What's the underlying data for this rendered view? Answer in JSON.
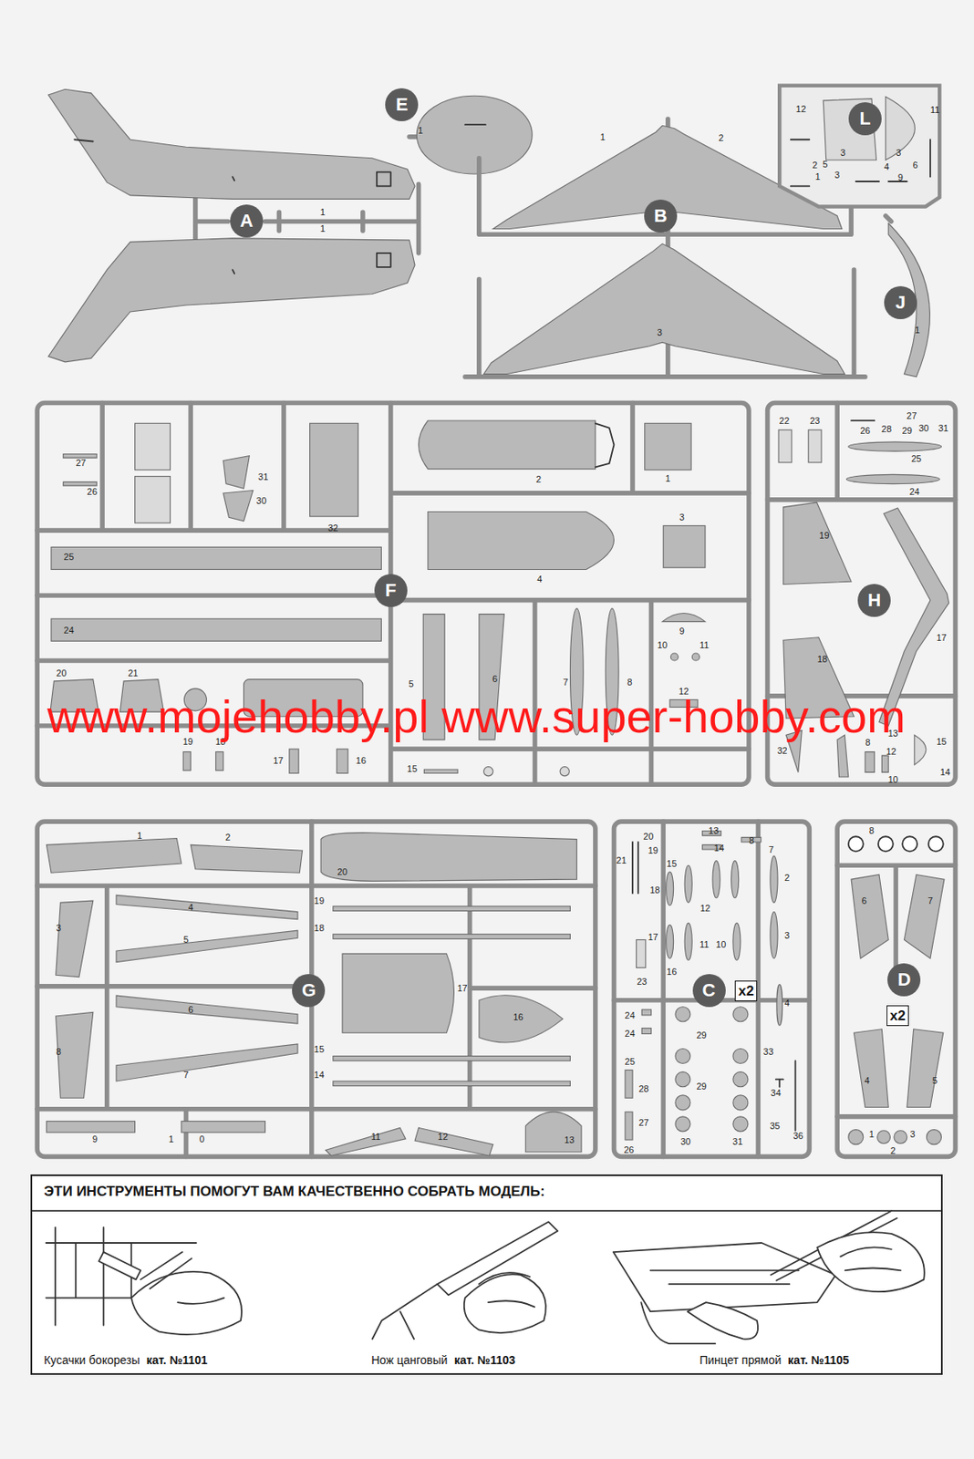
{
  "diagram": {
    "nodes": [
      {
        "text": [
          "A"
        ]
      },
      {
        "text": [
          "E"
        ]
      },
      {
        "text": [
          "B"
        ]
      },
      {
        "text": [
          "L"
        ]
      },
      {
        "text": [
          "J"
        ]
      },
      {
        "text": [
          "F"
        ]
      },
      {
        "text": [
          "H"
        ]
      },
      {
        "text": [
          "G"
        ]
      },
      {
        "text": [
          "C"
        ]
      },
      {
        "text": [
          "x2"
        ]
      },
      {
        "text": [
          "D"
        ]
      },
      {
        "text": [
          "x2"
        ]
      },
      {
        "text": [
          "ЭТИ ИНСТРУМЕНТЫ ПОМОГУТ ВАМ КАЧЕСТВЕННО СОБРАТЬ МОДЕЛЬ:",
          "Кусачки бокорезы",
          "кат. №1101",
          "Нож цанговый",
          "кат. №1103",
          "Пинцет прямой",
          "кат. №1105"
        ]
      }
    ],
    "labels": [
      "1",
      "1",
      "1",
      "1",
      "2",
      "3",
      "12",
      "11",
      "3",
      "2",
      "5",
      "4",
      "3",
      "6",
      "1",
      "3",
      "9",
      "1",
      "27",
      "26",
      "31",
      "30",
      "32",
      "2",
      "1",
      "25",
      "24",
      "3",
      "4",
      "20",
      "21",
      "5",
      "6",
      "7",
      "8",
      "9",
      "10",
      "11",
      "12",
      "19",
      "18",
      "17",
      "16",
      "15",
      "22",
      "23",
      "27",
      "26",
      "28",
      "29",
      "30",
      "31",
      "25",
      "24",
      "19",
      "17",
      "18",
      "32",
      "13",
      "14",
      "15",
      "8",
      "12",
      "10",
      "1",
      "2",
      "20",
      "3",
      "4",
      "5",
      "19",
      "18",
      "17",
      "16",
      "6",
      "8",
      "7",
      "15",
      "14",
      "9",
      "1",
      "0",
      "11",
      "12",
      "13",
      "20",
      "13",
      "19",
      "14",
      "8",
      "7",
      "21",
      "15",
      "18",
      "12",
      "2",
      "17",
      "11",
      "10",
      "3",
      "16",
      "23",
      "24",
      "24",
      "4",
      "29",
      "33",
      "25",
      "29",
      "28",
      "34",
      "27",
      "35",
      "36",
      "30",
      "31",
      "26",
      "8",
      "6",
      "7",
      "4",
      "5",
      "1",
      "2",
      "3",
      "www.mojehobby.pl www.super-hobby.com"
    ]
  }
}
